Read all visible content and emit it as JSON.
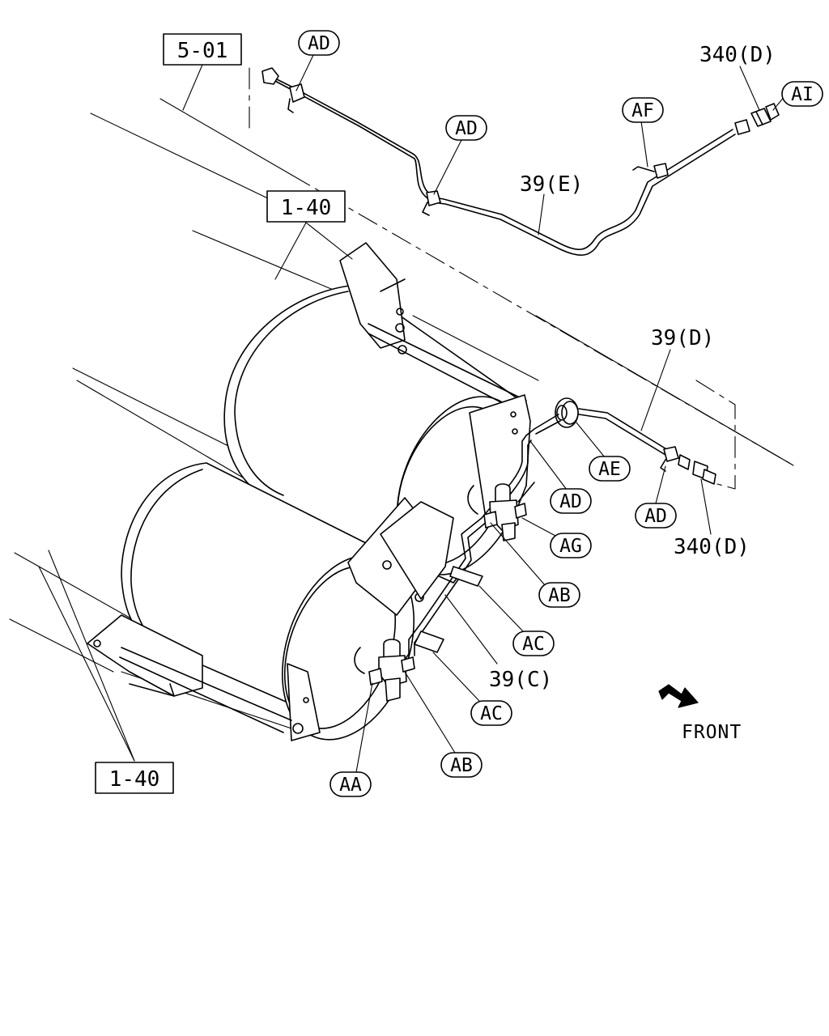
{
  "refs": {
    "sect_501": "5-01",
    "sect_140_top": "1-40",
    "sect_140_bottom": "1-40"
  },
  "parts": {
    "p39e": "39(E)",
    "p39d": "39(D)",
    "p39c": "39(C)",
    "p340d_top": "340(D)",
    "p340d_bottom": "340(D)"
  },
  "callouts": {
    "ad_top": "AD",
    "ad_mid": "AD",
    "af": "AF",
    "ai": "AI",
    "ae": "AE",
    "ad_right": "AD",
    "ad_low": "AD",
    "ag": "AG",
    "ab_top": "AB",
    "ac_top": "AC",
    "ac_bottom": "AC",
    "ab_bottom": "AB",
    "aa": "AA"
  },
  "direction": {
    "label": "FRONT",
    "icon": "arrow-right-down-icon"
  }
}
